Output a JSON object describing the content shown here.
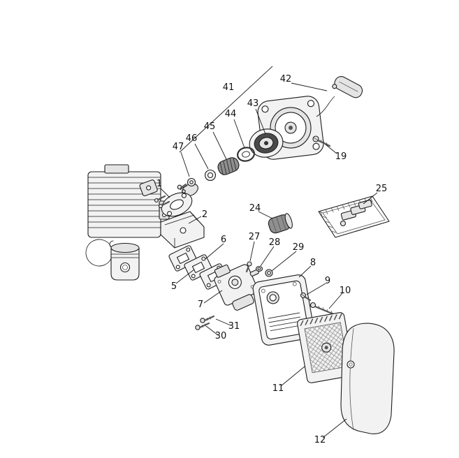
{
  "diagram": {
    "background": "#ffffff",
    "line_color": "#1a1a1a",
    "part_fill": "#f2f2f2",
    "dark_fill": "#8f8f8f"
  },
  "callouts": {
    "c1": "1",
    "c2": "2",
    "c5": "5",
    "c6": "6",
    "c7": "7",
    "c8": "8",
    "c9": "9",
    "c10": "10",
    "c11": "11",
    "c12": "12",
    "c19": "19",
    "c24": "24",
    "c25": "25",
    "c27": "27",
    "c28": "28",
    "c29": "29",
    "c30": "30",
    "c31": "31",
    "c41": "41",
    "c42": "42",
    "c43": "43",
    "c44": "44",
    "c45": "45",
    "c46": "46",
    "c47": "47"
  }
}
